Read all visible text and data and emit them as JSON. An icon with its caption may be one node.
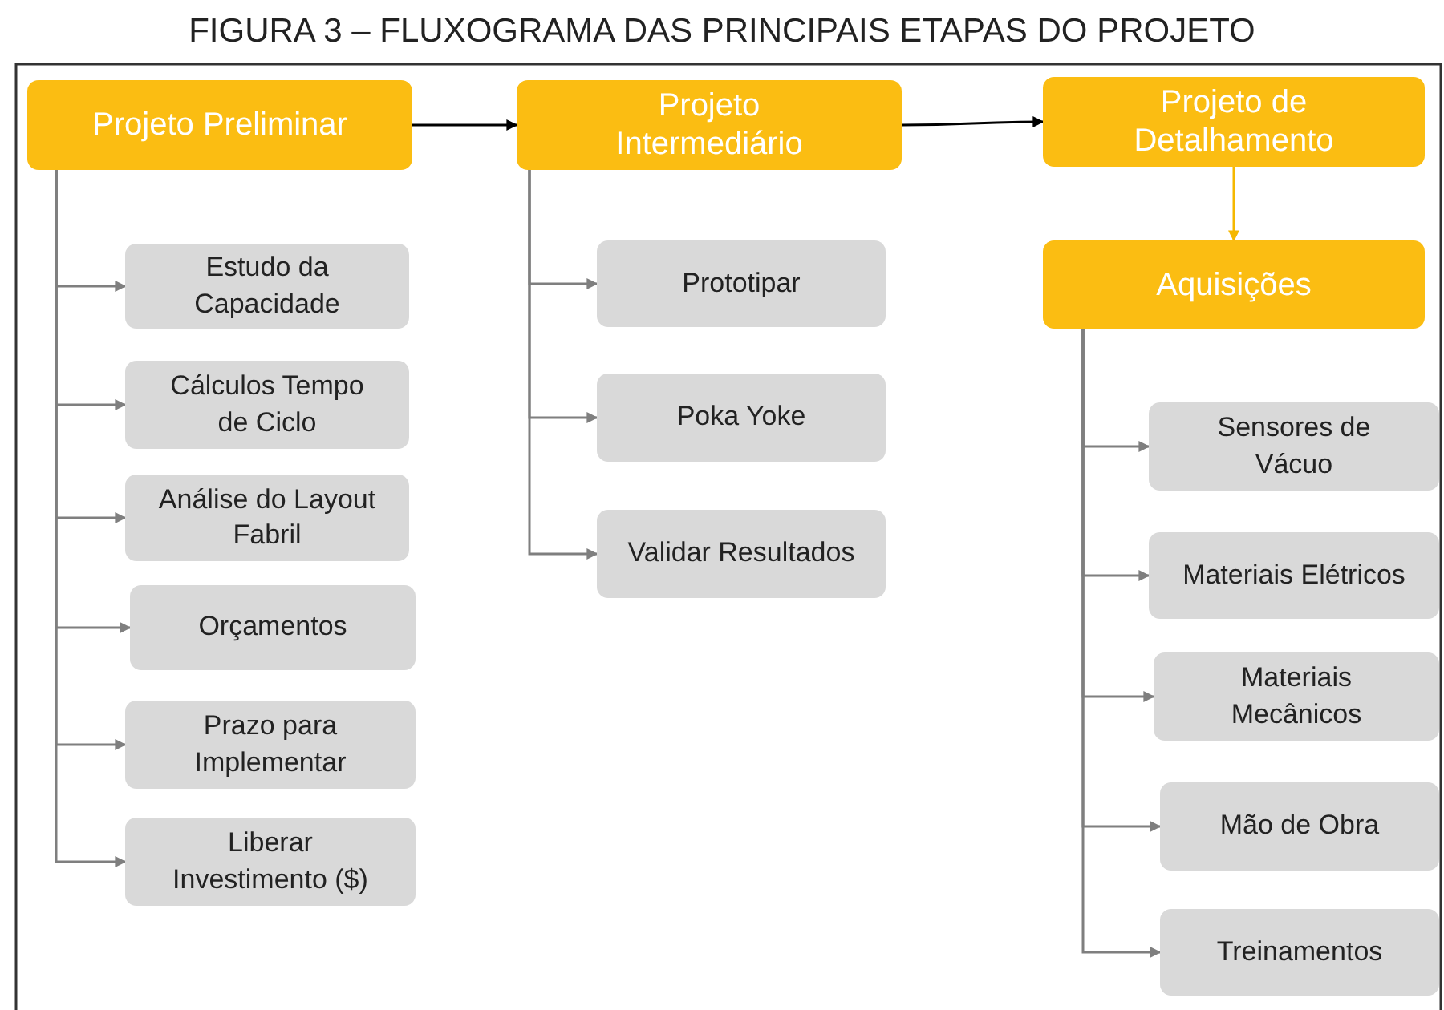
{
  "diagram": {
    "title": "FIGURA 3 – FLUXOGRAMA DAS PRINCIPAIS ETAPAS DO PROJETO",
    "nodes": [
      {
        "text": [
          "Projeto Preliminar"
        ]
      },
      {
        "text": [
          "Projeto Intermediário"
        ]
      },
      {
        "text": [
          "Projeto de Detalhamento"
        ]
      },
      {
        "text": [
          "Aquisições"
        ]
      },
      {
        "text": [
          "Estudo da Capacidade"
        ]
      },
      {
        "text": [
          "Cálculos Tempo de Ciclo"
        ]
      },
      {
        "text": [
          "Análise do Layout Fabril"
        ]
      },
      {
        "text": [
          "Orçamentos"
        ]
      },
      {
        "text": [
          "Prazo para Implementar"
        ]
      },
      {
        "text": [
          "Liberar Investimento ($)"
        ]
      },
      {
        "text": [
          "Prototipar"
        ]
      },
      {
        "text": [
          "Poka Yoke"
        ]
      },
      {
        "text": [
          "Validar Resultados"
        ]
      },
      {
        "text": [
          "Sensores de Vácuo"
        ]
      },
      {
        "text": [
          "Materiais Elétricos"
        ]
      },
      {
        "text": [
          "Materiais Mecânicos"
        ]
      },
      {
        "text": [
          "Mão de Obra"
        ]
      },
      {
        "text": [
          "Treinamentos"
        ]
      }
    ],
    "edges": [
      {
        "from": 0,
        "to": 1,
        "arrow": "to",
        "color": "#000000"
      },
      {
        "from": 1,
        "to": 2,
        "arrow": "to",
        "color": "#000000"
      },
      {
        "from": 2,
        "to": 3,
        "arrow": "to",
        "color": "#f5b800"
      },
      {
        "from": 0,
        "to": 4,
        "arrow": "to"
      },
      {
        "from": 0,
        "to": 5,
        "arrow": "to"
      },
      {
        "from": 0,
        "to": 6,
        "arrow": "to"
      },
      {
        "from": 0,
        "to": 7,
        "arrow": "to"
      },
      {
        "from": 0,
        "to": 8,
        "arrow": "to"
      },
      {
        "from": 0,
        "to": 9,
        "arrow": "to"
      },
      {
        "from": 1,
        "to": 10,
        "arrow": "to"
      },
      {
        "from": 1,
        "to": 11,
        "arrow": "to"
      },
      {
        "from": 1,
        "to": 12,
        "arrow": "to"
      },
      {
        "from": 3,
        "to": 13,
        "arrow": "to"
      },
      {
        "from": 3,
        "to": 14,
        "arrow": "to"
      },
      {
        "from": 3,
        "to": 15,
        "arrow": "to"
      },
      {
        "from": 3,
        "to": 16,
        "arrow": "to"
      },
      {
        "from": 3,
        "to": 17,
        "arrow": "to"
      }
    ]
  }
}
